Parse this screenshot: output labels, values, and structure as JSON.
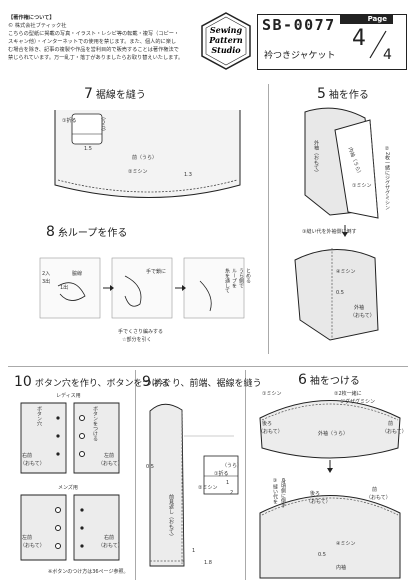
{
  "copyright": {
    "heading": "【著作権について】",
    "owner": "© 株式会社ブティック社",
    "lines": [
      "こちらの型紙に掲載の写真・イラスト・レシピ等の転載・複写（コピー・",
      "スキャン他）・インターネットでの使用を禁じます。また、個人的に楽し",
      "む場合を除き、記事の複製や作品を営利目的で販売することは著作権法で",
      "禁じられています。万一乱丁・落丁がありましたらお取り替えいたします。"
    ]
  },
  "logo": {
    "line1": "Sewing",
    "line2": "Pattern",
    "line3": "Studio"
  },
  "header": {
    "code": "SB-0077",
    "title": "衿つきジャケット",
    "page_label": "Page",
    "page_number": "4",
    "page_total": "4"
  },
  "section7": {
    "number": "7",
    "title": "裾線を縫う",
    "labels": {
      "fold": "①折る",
      "fold2": "（うら）",
      "meas1": "1.5",
      "front_back": "前（うら）",
      "machine": "②ミシン",
      "meas2": "1.3"
    }
  },
  "section8": {
    "number": "8",
    "title": "糸ループを作る",
    "labels": {
      "a": "2入",
      "b": "3出",
      "c": "1出",
      "d": "脇線",
      "e": "手で鎖に",
      "f": "糸を通して",
      "g": "ループを",
      "h": "うら側で",
      "i": "とめる",
      "j": "手でくさり編みする",
      "k": "☆部分を引く"
    }
  },
  "section5": {
    "number": "5",
    "title": "袖を作る",
    "labels": {
      "outer": "外袖（おもて）",
      "inner": "内袖（うら）",
      "machine": "①ミシン",
      "zigzag": "②2枚一緒にジグザグミシン",
      "seam_alloc": "③縫い代を外袖側に倒す",
      "machine2": "④ミシン",
      "meas": "0.5",
      "outer2": "外袖",
      "outer2b": "（おもて）"
    }
  },
  "section6": {
    "number": "6",
    "title": "袖をつける",
    "labels": {
      "m1": "①ミシン",
      "m2": "②2枚一緒に",
      "m2b": "ジグザグミシン",
      "back": "後ろ",
      "front": "前",
      "omote": "（おもて）",
      "outer": "外袖（うら）",
      "seam": "③縫い代を",
      "seam2": "身頃側に倒す",
      "machine": "④ミシン",
      "meas": "0.5",
      "inner": "内袖",
      "back2": "後ろ",
      "front2": "前"
    }
  },
  "section10": {
    "number": "10",
    "title": "ボタン穴を作り、ボタンをつける",
    "ladies": "レディス用",
    "mens": "メンズ用",
    "labels": {
      "hole": "ボタン穴",
      "button": "ボタンをつける",
      "right": "右前",
      "left": "左前",
      "omote": "（おもて）"
    },
    "note": "※ボタンのつけ方は36ページ参照。"
  },
  "section9": {
    "number": "9",
    "title": "衿ぐり、前端、裾線を縫う",
    "labels": {
      "ura": "（うら）",
      "fold": "①折る",
      "one": "1",
      "two": "2",
      "machine": "②ミシン",
      "front_body": "前見返し（おもて）",
      "meas1": "0.5",
      "meas2": "1",
      "meas3": "1.8"
    }
  }
}
